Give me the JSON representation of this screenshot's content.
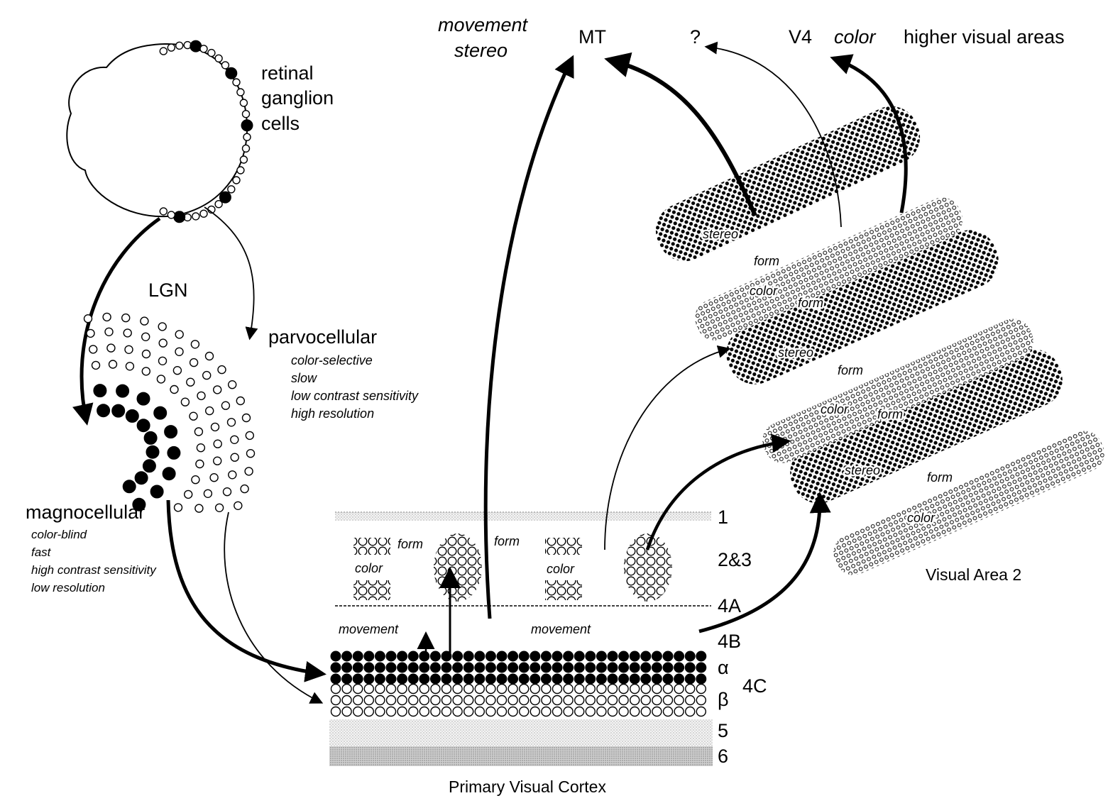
{
  "retina": {
    "label_lines": [
      "retinal",
      "ganglion",
      "cells"
    ]
  },
  "lgn": {
    "title": "LGN",
    "parvocellular": {
      "name": "parvocellular",
      "properties": [
        "color-selective",
        "slow",
        "low contrast sensitivity",
        "high resolution"
      ]
    },
    "magnocellular": {
      "name": "magnocellular",
      "properties": [
        "color-blind",
        "fast",
        "high contrast sensitivity",
        "low resolution"
      ]
    }
  },
  "v1": {
    "caption": "Primary Visual Cortex",
    "layers": {
      "l1": "1",
      "l23": "2&3",
      "l4a": "4A",
      "l4b": "4B",
      "alpha": "α",
      "l4c": "4C",
      "beta": "β",
      "l5": "5",
      "l6": "6"
    },
    "blob_color": "color",
    "interblob_form": "form",
    "movement": "movement"
  },
  "targets": {
    "mt_attrs_1": "movement",
    "mt_attrs_2": "stereo",
    "mt": "MT",
    "unknown": "?",
    "v4": "V4",
    "v4_attr": "color",
    "higher": "higher visual areas"
  },
  "v2": {
    "caption": "Visual Area 2",
    "stereo": "stereo",
    "form": "form",
    "color": "color"
  },
  "colors": {
    "ink": "#000000",
    "paper": "#ffffff",
    "layer5_gray": "#e4e4e4",
    "layer6_gray": "#c4c4c4"
  }
}
